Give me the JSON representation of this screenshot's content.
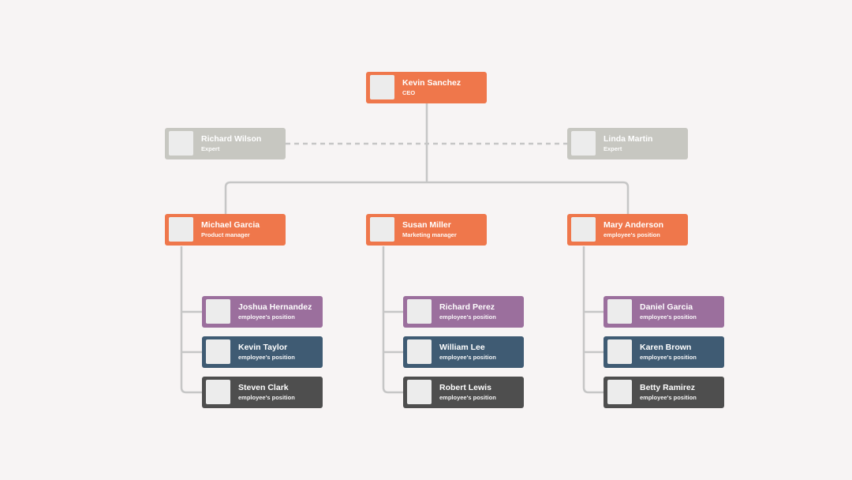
{
  "colors": {
    "background": "#f7f4f4",
    "orange": "#ef774b",
    "gray": "#c7c7c1",
    "purple": "#9b6f9d",
    "blue": "#3f5b73",
    "charcoal": "#4e4e4e",
    "line": "#c6c6c6",
    "photo": "#ececec"
  },
  "ceo": {
    "name": "Kevin Sanchez",
    "role": "CEO",
    "color": "orange"
  },
  "advisors": [
    {
      "name": "Richard Wilson",
      "role": "Expert",
      "color": "gray"
    },
    {
      "name": "Linda Martin",
      "role": "Expert",
      "color": "gray"
    }
  ],
  "managers": [
    {
      "name": "Michael Garcia",
      "role": "Product manager",
      "color": "orange",
      "team": [
        {
          "name": "Joshua Hernandez",
          "role": "employee's position",
          "color": "purple"
        },
        {
          "name": "Kevin Taylor",
          "role": "employee's position",
          "color": "blue"
        },
        {
          "name": "Steven Clark",
          "role": "employee's position",
          "color": "charcoal"
        }
      ]
    },
    {
      "name": "Susan Miller",
      "role": "Marketing manager",
      "color": "orange",
      "team": [
        {
          "name": "Richard Perez",
          "role": "employee's position",
          "color": "purple"
        },
        {
          "name": "William Lee",
          "role": "employee's position",
          "color": "blue"
        },
        {
          "name": "Robert Lewis",
          "role": "employee's position",
          "color": "charcoal"
        }
      ]
    },
    {
      "name": "Mary Anderson",
      "role": "employee's position",
      "color": "orange",
      "team": [
        {
          "name": "Daniel Garcia",
          "role": "employee's position",
          "color": "purple"
        },
        {
          "name": "Karen Brown",
          "role": "employee's position",
          "color": "blue"
        },
        {
          "name": "Betty Ramirez",
          "role": "employee's position",
          "color": "charcoal"
        }
      ]
    }
  ]
}
